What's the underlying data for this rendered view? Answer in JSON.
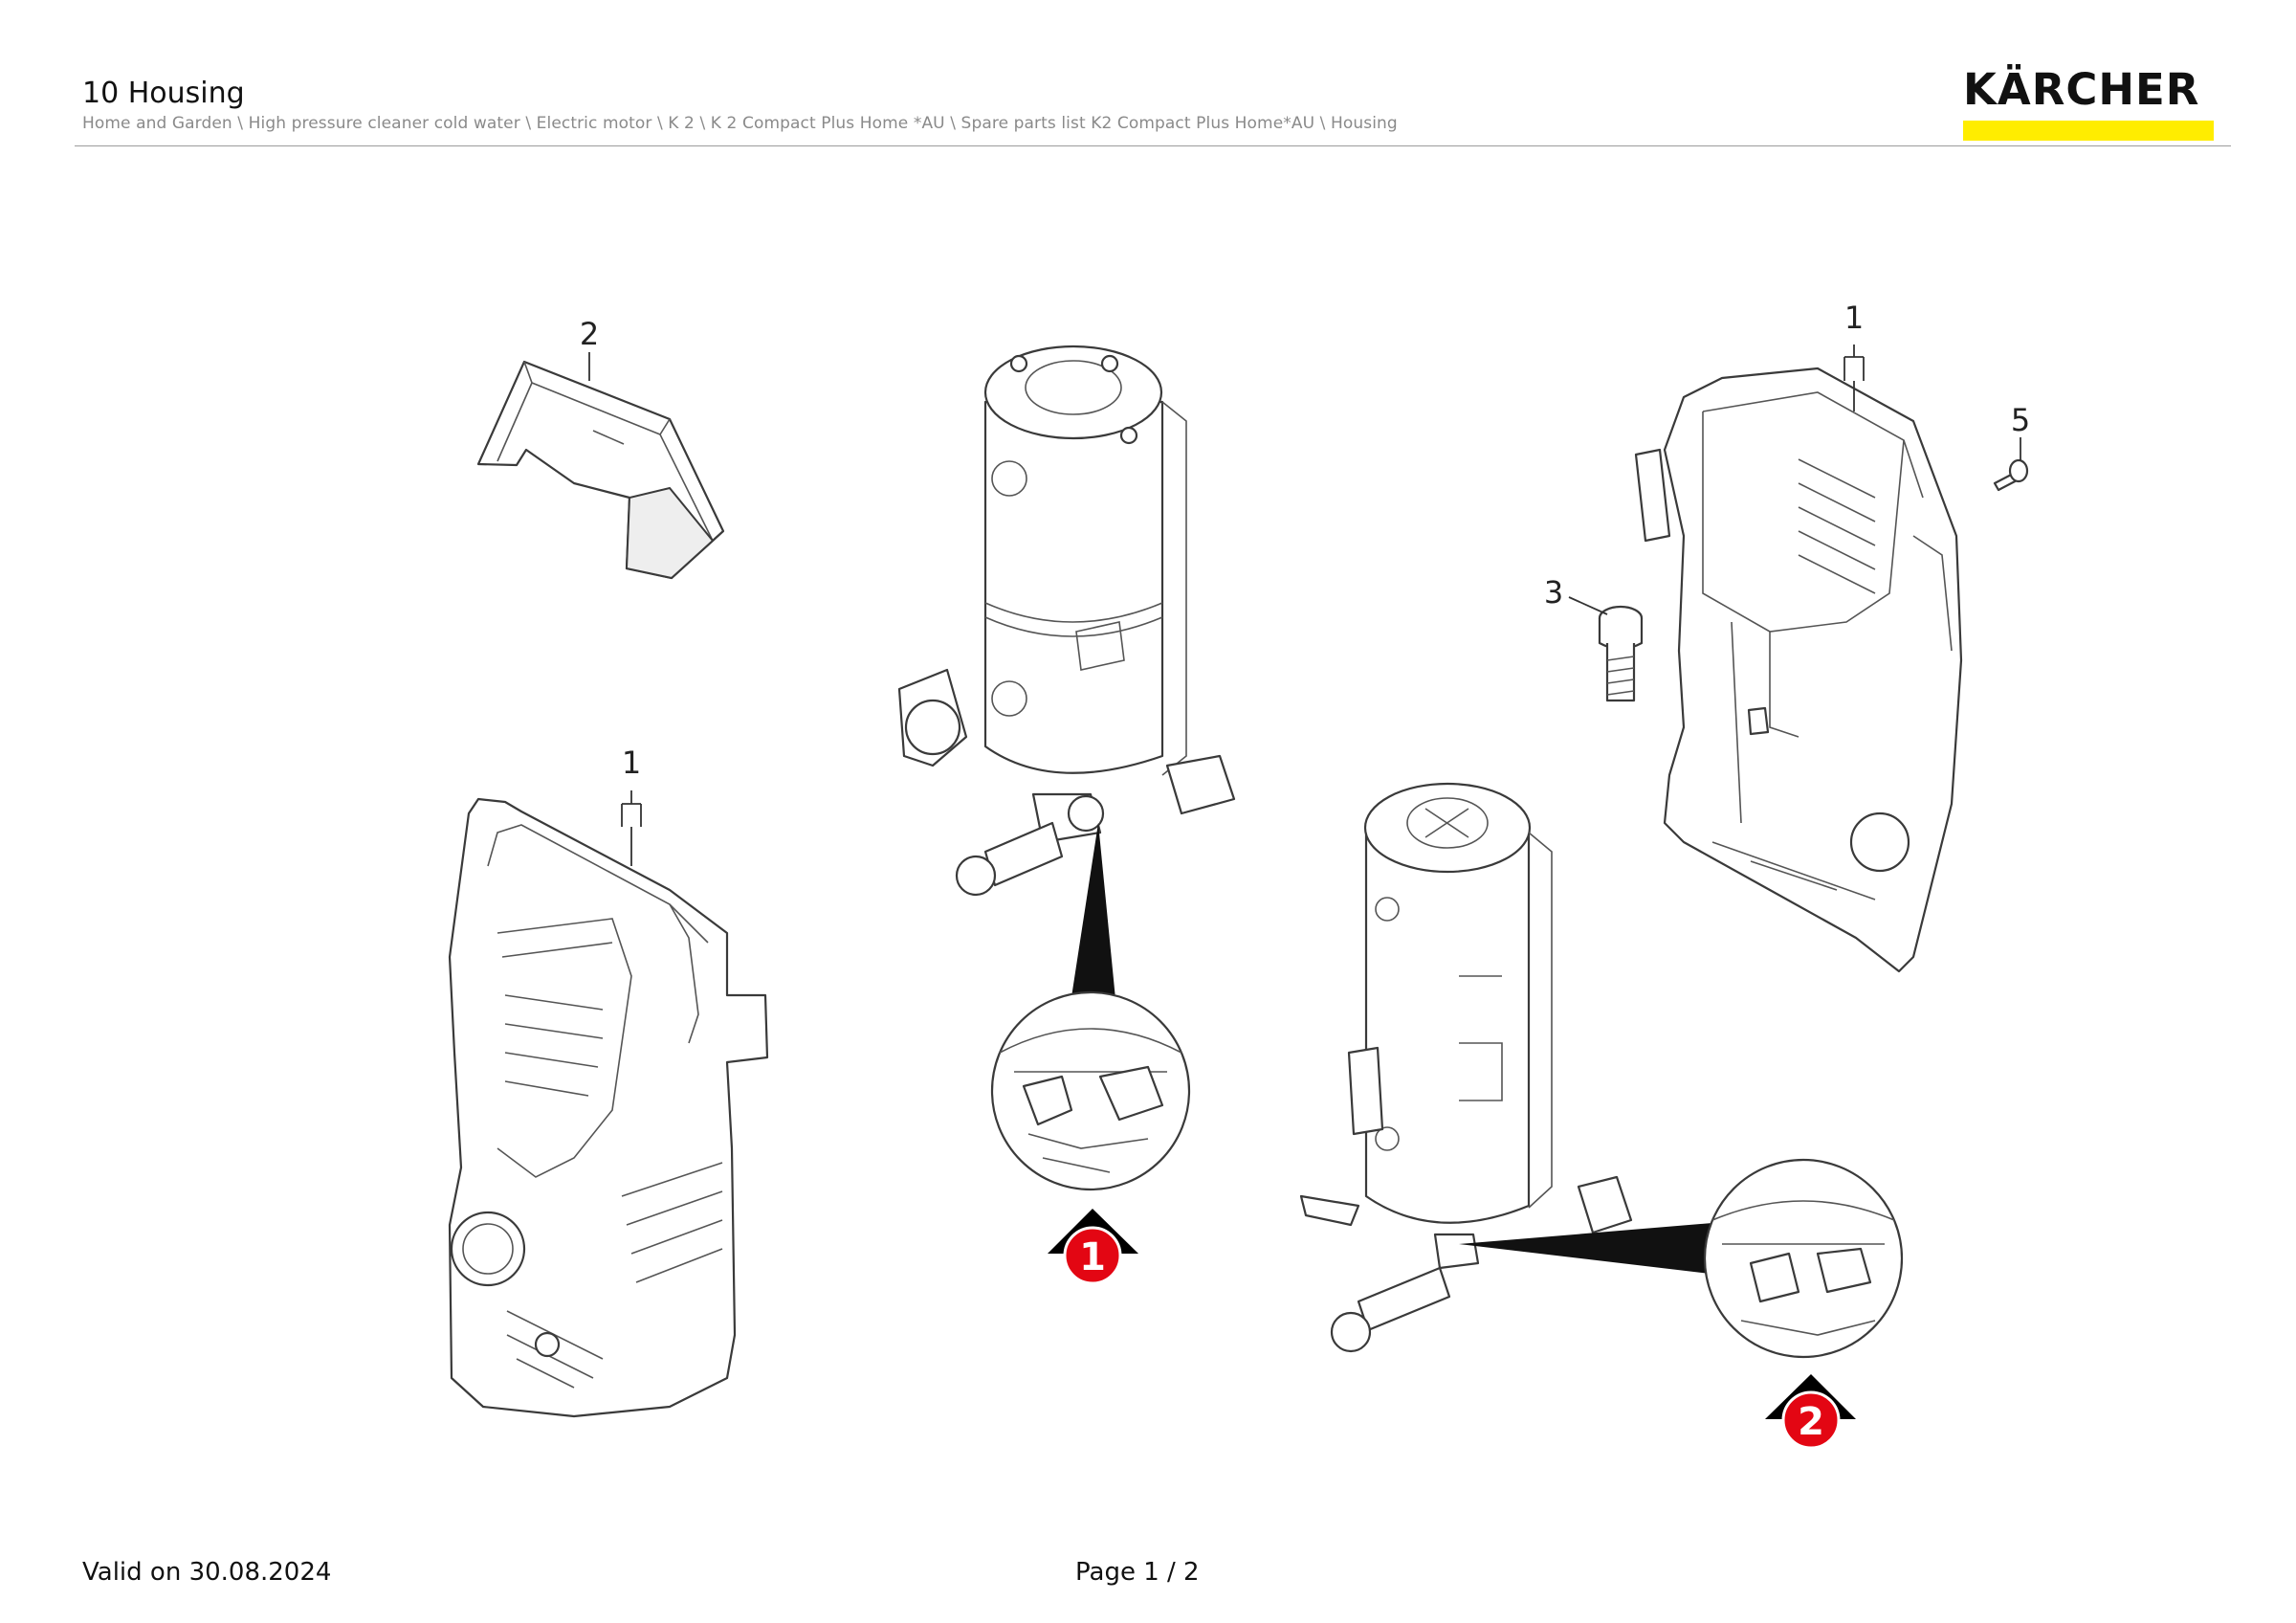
{
  "header": {
    "title": "10 Housing",
    "breadcrumb": "Home and Garden \\ High pressure cleaner cold water \\ Electric motor \\ K 2 \\ K 2 Compact Plus Home *AU \\ Spare parts list K2 Compact Plus Home*AU \\ Housing"
  },
  "logo": {
    "text": "KÄRCHER",
    "bar_color": "#ffed00"
  },
  "diagram": {
    "callouts": [
      "2",
      "1",
      "1",
      "5",
      "3"
    ],
    "detail_badges": [
      "1",
      "2"
    ],
    "badge_color": "#e30613"
  },
  "footer": {
    "valid": "Valid on 30.08.2024",
    "page": "Page 1 / 2"
  }
}
